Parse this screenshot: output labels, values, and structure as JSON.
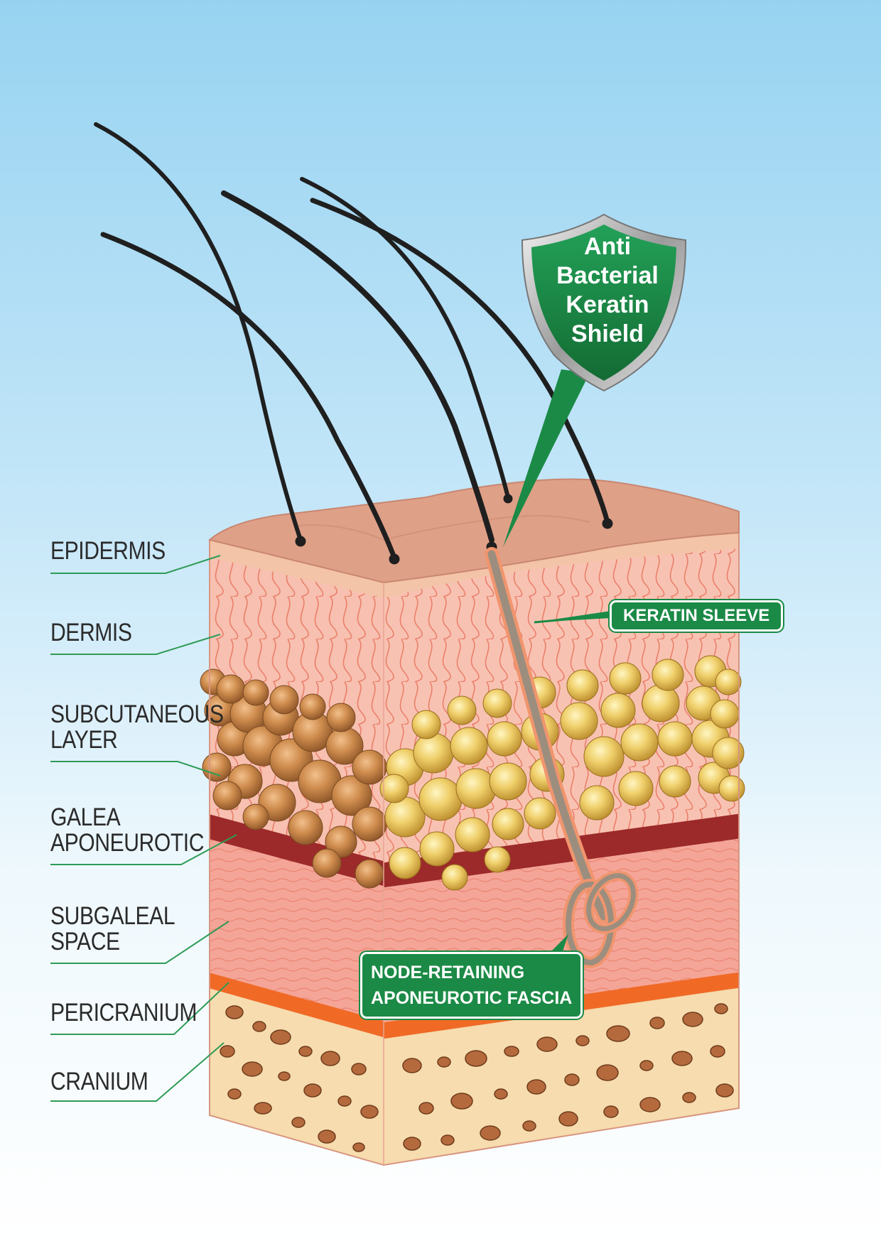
{
  "labels": {
    "epidermis": "EPIDERMIS",
    "dermis": "DERMIS",
    "subcutaneous_1": "SUBCUTANEOUS",
    "subcutaneous_2": "LAYER",
    "galea_1": "GALEA",
    "galea_2": "APONEUROTIC",
    "subgaleal_1": "SUBGALEAL",
    "subgaleal_2": "SPACE",
    "pericranium": "PERICRANIUM",
    "cranium": "CRANIUM"
  },
  "callouts": {
    "keratin_sleeve": "KERATIN SLEEVE",
    "node_1": "NODE-RETAINING",
    "node_2": "APONEUROTIC FASCIA"
  },
  "shield": {
    "line1": "Anti",
    "line2": "Bacterial",
    "line3": "Keratin",
    "line4": "Shield"
  },
  "colors": {
    "callout_green": "#1b8a46",
    "leader_green": "#2e9b56",
    "epidermis_top": "#e0a98e",
    "dermis": "#f5b6a8",
    "fat_yellow": "#e8c35f",
    "fat_brown": "#c98a4a",
    "galea": "#9c2a2a",
    "pericranium": "#f06a26",
    "bone": "#f6dcae"
  }
}
